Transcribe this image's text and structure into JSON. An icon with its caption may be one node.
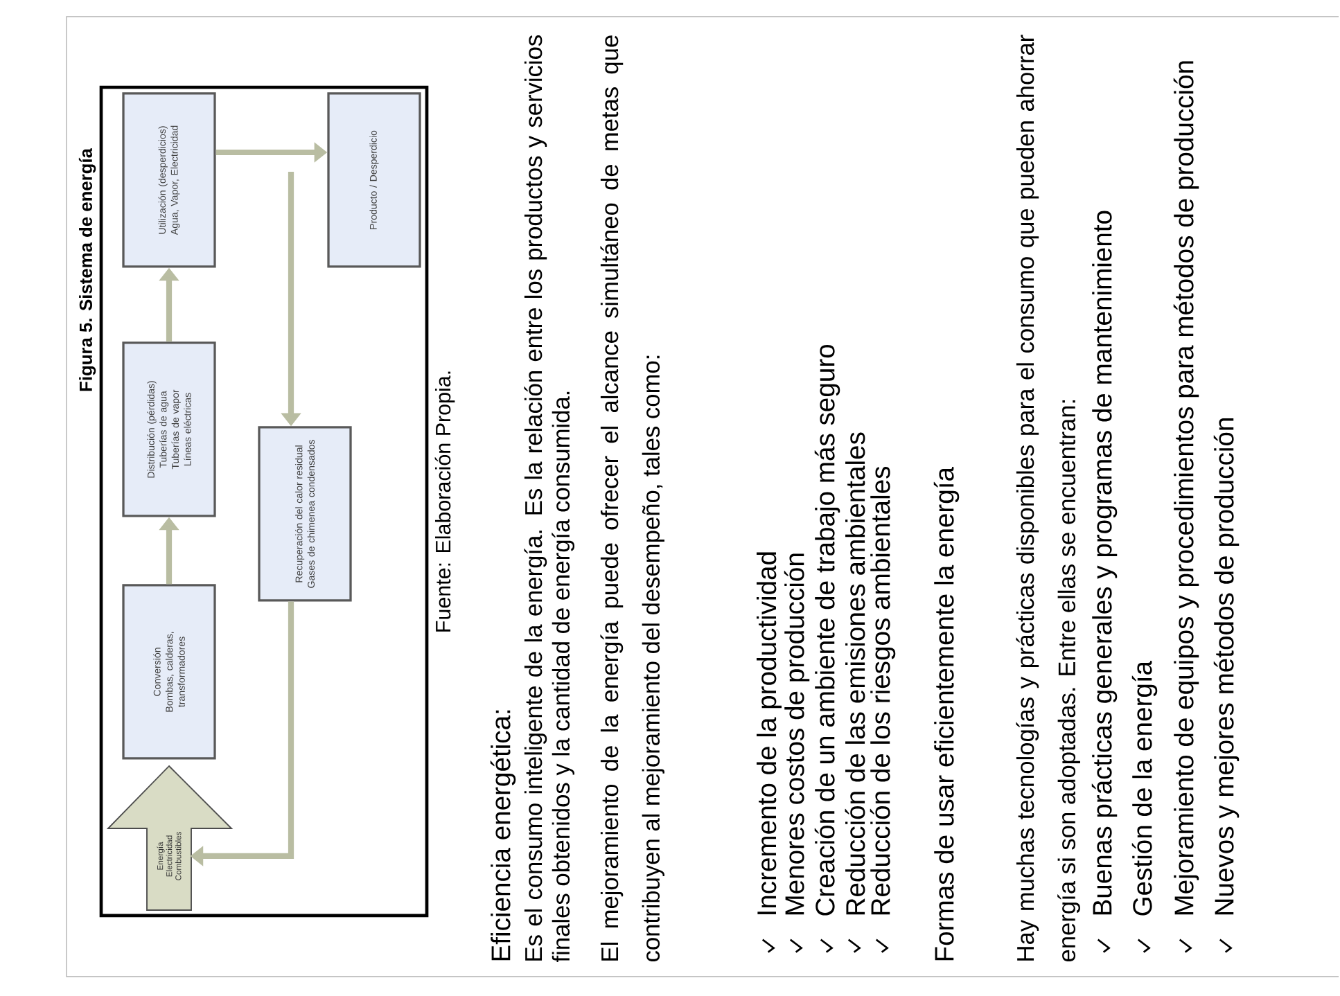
{
  "diagram": {
    "title": "Figura 5.  Sistema de energía",
    "caption": "Fuente: Elaboración Propia.",
    "nodes": [
      {
        "text": [
          "Energía",
          "Electricidad",
          "Combustibles"
        ]
      },
      {
        "text": [
          "Conversión",
          "Bombas, calderas, transformadores"
        ]
      },
      {
        "text": [
          "Distribución (pérdidas)",
          "Tuberías de agua",
          "Tuberías de vapor",
          "Líneas eléctricas"
        ]
      },
      {
        "text": [
          "Utilización (desperdicios)",
          "Agua, Vapor, Electricidad"
        ]
      },
      {
        "text": [
          "Recuperación del calor residual",
          "Gases de chimenea condensados"
        ]
      },
      {
        "text": [
          "Producto / Desperdicio"
        ]
      }
    ],
    "edges": [
      {
        "from": 1,
        "to": 2,
        "arrow": "to"
      },
      {
        "from": 2,
        "to": 3,
        "arrow": "to"
      },
      {
        "from": 3,
        "to": 5,
        "arrow": "to"
      },
      {
        "from": null,
        "to": 4,
        "arrow": "to"
      },
      {
        "from": 4,
        "to": 0,
        "arrow": "to"
      }
    ],
    "labels": [
      "Eficiencia energética:",
      "Es el consumo inteligente de la energía. Es la relación entre los productos y servicios finales obtenidos y la cantidad de energía consumida.",
      "El mejoramiento de la energía puede ofrecer el alcance simultáneo de metas que contribuyen al mejoramiento del desempeño, tales como:",
      "Incremento de la productividad",
      "Menores costos de producción",
      "Creación de un ambiente de trabajo más seguro",
      "Reducción de las emisiones ambientales",
      "Reducción de los riesgos ambientales",
      "Formas de usar eficientemente la energía",
      "Hay muchas tecnologías y prácticas disponibles para el consumo que pueden ahorrar energía si son adoptadas. Entre ellas se encuentran:",
      "Buenas prácticas generales y programas de mantenimiento",
      "Gestión de la energía",
      "Mejoramiento de equipos y procedimientos para métodos de producción",
      "Nuevos y mejores métodos de producción"
    ]
  }
}
